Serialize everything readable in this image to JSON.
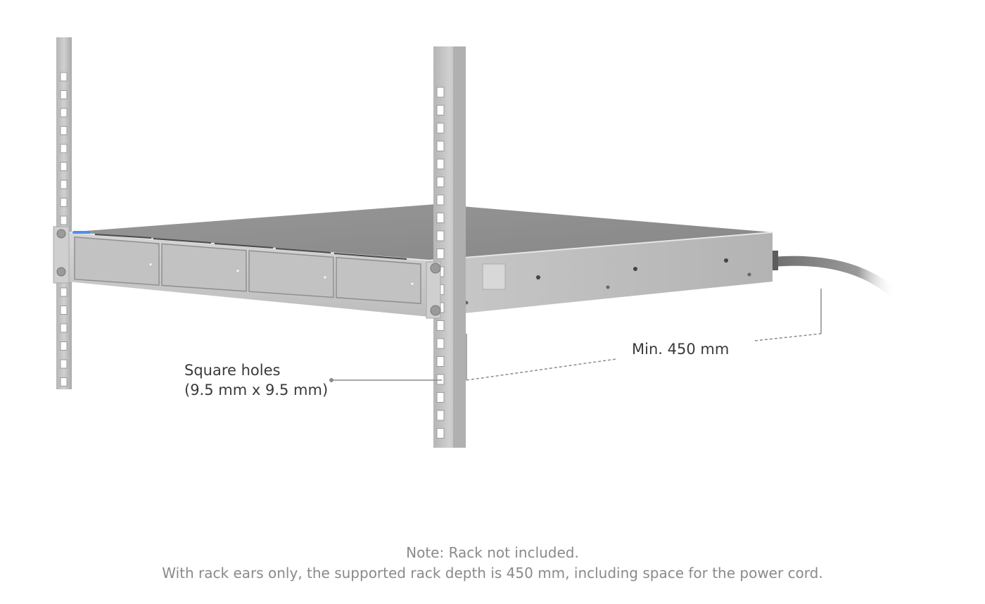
{
  "labels": {
    "square_holes_line1": "Square holes",
    "square_holes_line2": "(9.5 mm x 9.5 mm)",
    "min_depth": "Min. 450 mm"
  },
  "notes": {
    "line1": "Note: Rack not included.",
    "line2": "With rack ears only, the supported rack depth is 450 mm, including space for the power cord."
  },
  "device": {
    "drive_bays": 4
  },
  "colors": {
    "chassis_top": "#8f8f8f",
    "chassis_front": "#c9c9c9",
    "chassis_side": "#bfbfbf",
    "rail": "#c4c4c4",
    "status_led": "#4f8fe6",
    "callout_line": "#8c8c8c",
    "note_text": "#8a8a8a",
    "label_text": "#3a3a3a"
  }
}
